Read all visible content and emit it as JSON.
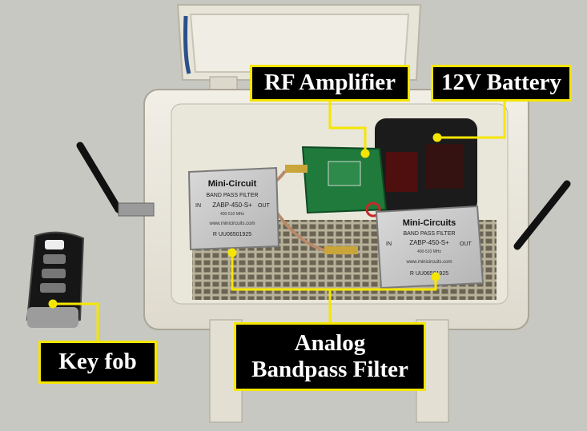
{
  "labels": {
    "rf_amplifier": "RF Amplifier",
    "battery": "12V Battery",
    "key_fob": "Key fob",
    "filter_line1": "Analog",
    "filter_line2": "Bandpass Filter"
  },
  "filter_left": {
    "brand": "Mini-Circuit",
    "subtitle": "BAND PASS FILTER",
    "model": "ZABP-450-S+",
    "freq": "400-510 MHz",
    "port_in": "IN",
    "port_out": "OUT",
    "url": "www.minicircuits.com",
    "serial": "R UU06501925"
  },
  "filter_right": {
    "brand": "Mini-Circuits",
    "subtitle": "BAND PASS FILTER",
    "model": "ZABP-450-S+",
    "freq": "400-510 MHz",
    "port_in": "IN",
    "port_out": "OUT",
    "url": "www.minicircuits.com",
    "serial": "R UU06501925"
  },
  "colors": {
    "label_border": "#f5e600",
    "label_bg": "#000000",
    "case": "#ebe8dc",
    "pcb": "#1f7a3c"
  }
}
